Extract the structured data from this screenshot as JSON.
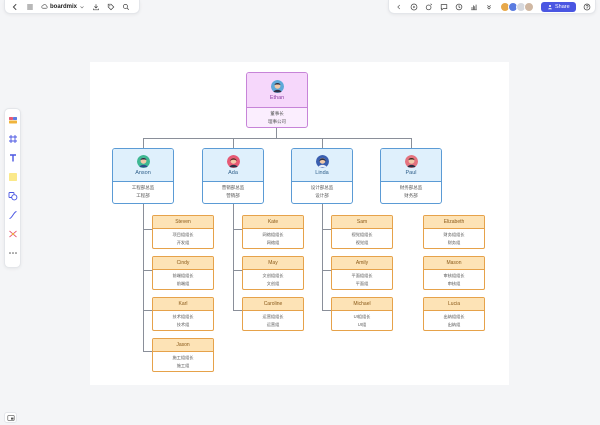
{
  "toolbar_left": {
    "brand": "boardmix"
  },
  "toolbar_right": {
    "share_label": "Share",
    "avatar_colors": [
      "#e7a84a",
      "#5a7be0",
      "#d7d9de",
      "#d0b8a3"
    ]
  },
  "org": {
    "ceo": {
      "name": "Ethan",
      "lines": [
        "董事长",
        "理事公司"
      ],
      "avatar": {
        "skin": "#f1c9a8",
        "hair": "#2c2f44",
        "bg": "#5ea9d9"
      }
    },
    "vps": [
      {
        "name": "Anson",
        "lines": [
          "工程部总监",
          "工程部"
        ],
        "avatar": {
          "skin": "#f1c9a8",
          "hair": "#2c2f44",
          "bg": "#3fb893"
        }
      },
      {
        "name": "Ada",
        "lines": [
          "营销部总监",
          "营销部"
        ],
        "avatar": {
          "skin": "#f1c9a8",
          "hair": "#6b2b2b",
          "bg": "#e65a75"
        }
      },
      {
        "name": "Linda",
        "lines": [
          "设计部总监",
          "设计部"
        ],
        "avatar": {
          "skin": "#f1c9a8",
          "hair": "#2c2f44",
          "bg": "#3a5fb0"
        }
      },
      {
        "name": "Paul",
        "lines": [
          "财务部总监",
          "财务部"
        ],
        "avatar": {
          "skin": "#f1c9a8",
          "hair": "#3a2a22",
          "bg": "#e4737f"
        }
      }
    ],
    "managers": [
      [
        {
          "name": "Steven",
          "lines": [
            "项目组组长",
            "开发组"
          ]
        },
        {
          "name": "Cindy",
          "lines": [
            "前端组组长",
            "前端组"
          ]
        },
        {
          "name": "Karl",
          "lines": [
            "技术组组长",
            "技术组"
          ]
        },
        {
          "name": "Jason",
          "lines": [
            "施工组组长",
            "施工组"
          ]
        }
      ],
      [
        {
          "name": "Kate",
          "lines": [
            "网络组组长",
            "网络组"
          ]
        },
        {
          "name": "May",
          "lines": [
            "文创组组长",
            "文创组"
          ]
        },
        {
          "name": "Caroline",
          "lines": [
            "运营组组长",
            "运营组"
          ]
        }
      ],
      [
        {
          "name": "Sam",
          "lines": [
            "视觉组组长",
            "视觉组"
          ]
        },
        {
          "name": "Amily",
          "lines": [
            "平面组组长",
            "平面组"
          ]
        },
        {
          "name": "Michael",
          "lines": [
            "UI组组长",
            "UI组"
          ]
        }
      ],
      [
        {
          "name": "Elizabeth",
          "lines": [
            "财务组组长",
            "财务组"
          ]
        },
        {
          "name": "Mason",
          "lines": [
            "审核组组长",
            "审核组"
          ]
        },
        {
          "name": "Lucia",
          "lines": [
            "出纳组组长",
            "出纳组"
          ]
        }
      ]
    ]
  },
  "icons": {
    "toolbar_left": [
      "back-icon",
      "menu-icon",
      "cloud-icon",
      "chevron-down-icon",
      "download-icon",
      "tag-icon",
      "search-icon"
    ],
    "toolbar_right": [
      "chevron-left-icon",
      "play-icon",
      "emoji-icon",
      "comment-icon",
      "history-icon",
      "chart-icon",
      "expand-icon",
      "share-icon",
      "help-icon"
    ],
    "side_panel": [
      "template-icon",
      "frame-icon",
      "text-icon",
      "sticky-note-icon",
      "shape-icon",
      "connector-icon",
      "mindmap-icon",
      "more-icon"
    ],
    "bottom": [
      "minimap-icon"
    ]
  }
}
